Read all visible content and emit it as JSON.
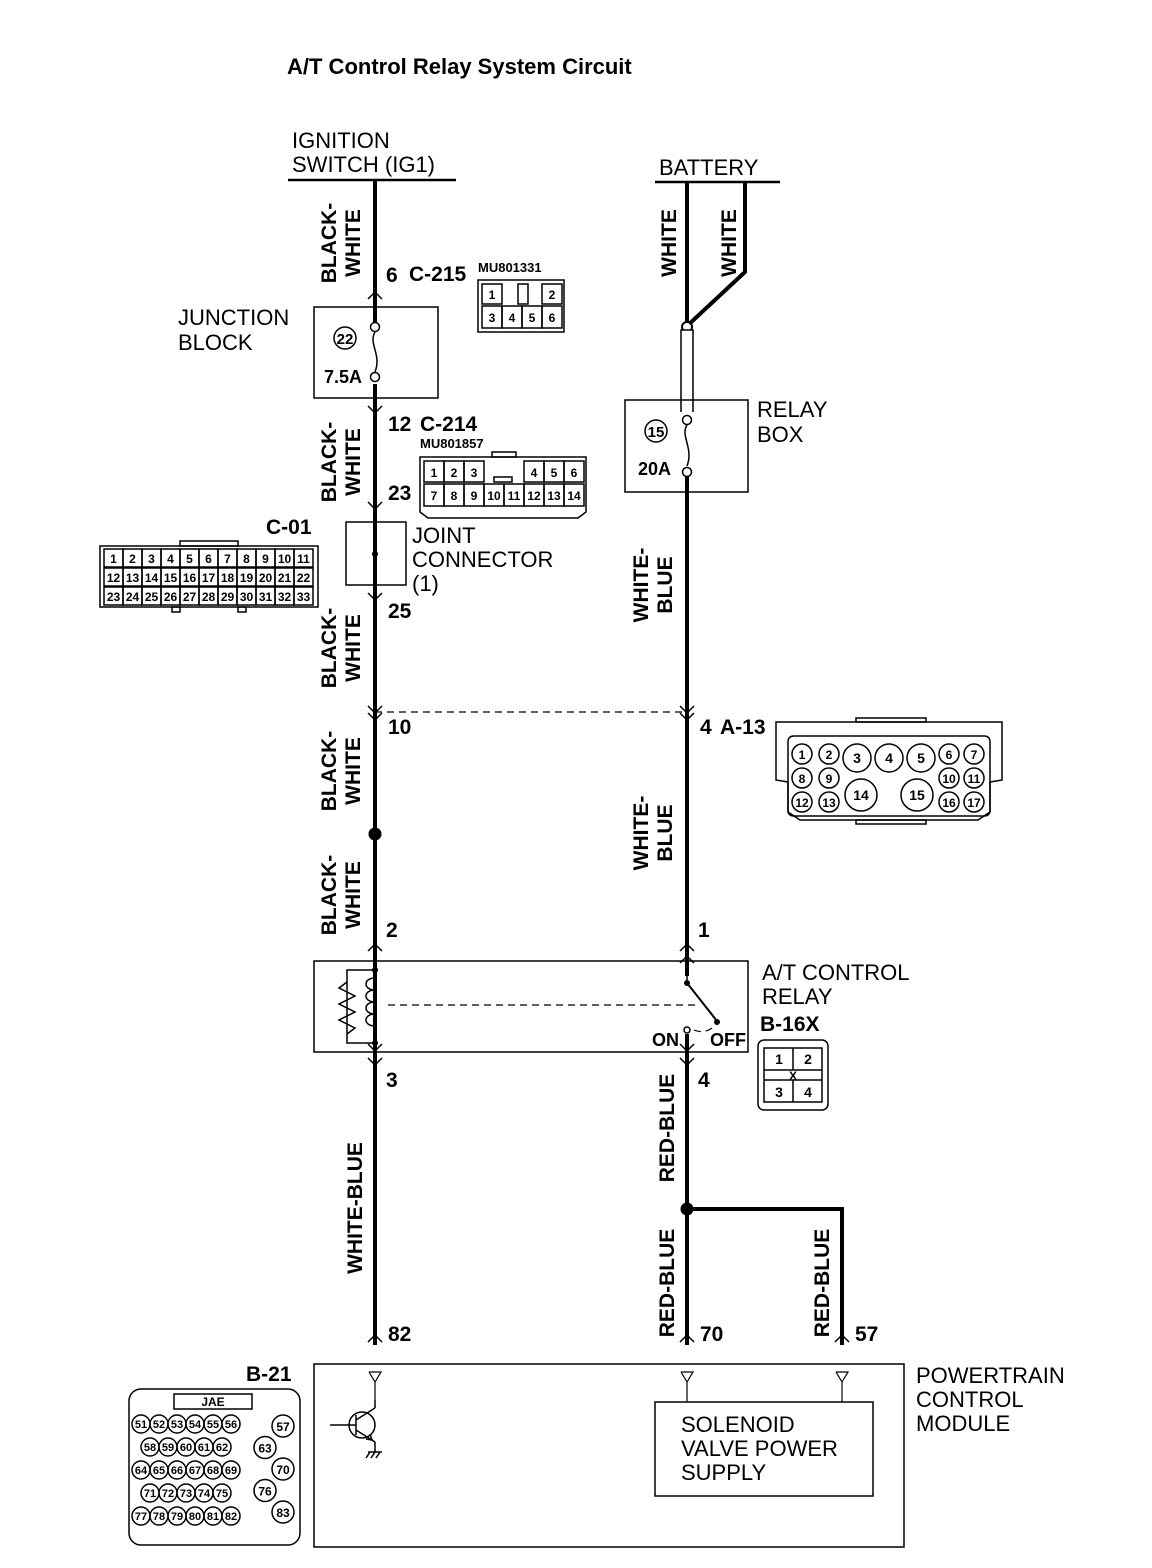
{
  "title": "A/T Control Relay System Circuit",
  "sources": {
    "ignition": [
      "IGNITION",
      "SWITCH (IG1)"
    ],
    "battery": "BATTERY"
  },
  "wire_colors": {
    "bw_1": [
      "BLACK-",
      "WHITE"
    ],
    "bw_2": [
      "BLACK-",
      "WHITE"
    ],
    "bw_3": [
      "BLACK-",
      "WHITE"
    ],
    "bw_4": [
      "BLACK-",
      "WHITE"
    ],
    "bw_5": [
      "BLACK-",
      "WHITE"
    ],
    "white_1": "WHITE",
    "white_2": "WHITE",
    "wb_1": [
      "WHITE-",
      "BLUE"
    ],
    "wb_2": [
      "WHITE-",
      "BLUE"
    ],
    "wb_3": "WHITE-BLUE",
    "rb_1": "RED-BLUE",
    "rb_2": "RED-BLUE",
    "rb_3": "RED-BLUE"
  },
  "components": {
    "junction_block": {
      "label": [
        "JUNCTION",
        "BLOCK"
      ],
      "fuse_no": "22",
      "rating": "7.5A"
    },
    "relay_box": {
      "label": [
        "RELAY",
        "BOX"
      ],
      "fuse_no": "15",
      "rating": "20A"
    },
    "joint_connector": {
      "label": [
        "JOINT",
        "CONNECTOR",
        "(1)"
      ]
    },
    "at_relay": {
      "label": [
        "A/T CONTROL",
        "RELAY"
      ],
      "on": "ON",
      "off": "OFF"
    },
    "pcm": {
      "label": [
        "POWERTRAIN",
        "CONTROL",
        "MODULE"
      ],
      "solenoid": [
        "SOLENOID",
        "VALVE POWER",
        "SUPPLY"
      ]
    }
  },
  "connectors": {
    "c215": {
      "id": "C-215",
      "part": "MU801331",
      "rows": [
        [
          "1",
          "",
          "2"
        ],
        [
          "3",
          "4",
          "5",
          "6"
        ]
      ]
    },
    "c214": {
      "id": "C-214",
      "part": "MU801857",
      "rows": [
        [
          "1",
          "2",
          "3",
          "",
          "4",
          "5",
          "6"
        ],
        [
          "7",
          "8",
          "9",
          "10",
          "11",
          "12",
          "13",
          "14"
        ]
      ]
    },
    "c01": {
      "id": "C-01",
      "rows": [
        [
          "1",
          "2",
          "3",
          "4",
          "5",
          "6",
          "7",
          "8",
          "9",
          "10",
          "11"
        ],
        [
          "12",
          "13",
          "14",
          "15",
          "16",
          "17",
          "18",
          "19",
          "20",
          "21",
          "22"
        ],
        [
          "23",
          "24",
          "25",
          "26",
          "27",
          "28",
          "29",
          "30",
          "31",
          "32",
          "33"
        ]
      ]
    },
    "a13": {
      "id": "A-13",
      "pins": [
        "1",
        "2",
        "3",
        "4",
        "5",
        "6",
        "7",
        "8",
        "9",
        "10",
        "11",
        "12",
        "13",
        "14",
        "15",
        "16",
        "17"
      ]
    },
    "b16x": {
      "id": "B-16X",
      "pins": [
        "1",
        "2",
        "3",
        "4"
      ],
      "mark": "X"
    },
    "b21": {
      "id": "B-21",
      "maker": "JAE",
      "rows": [
        [
          "51",
          "52",
          "53",
          "54",
          "55",
          "56"
        ],
        [
          "58",
          "59",
          "60",
          "61",
          "62"
        ],
        [
          "64",
          "65",
          "66",
          "67",
          "68",
          "69"
        ],
        [
          "71",
          "72",
          "73",
          "74",
          "75"
        ],
        [
          "77",
          "78",
          "79",
          "80",
          "81",
          "82"
        ]
      ],
      "side": [
        "57",
        "63",
        "70",
        "76",
        "83"
      ]
    }
  },
  "pins": {
    "p6": "6",
    "p12": "12",
    "p23": "23",
    "p25": "25",
    "p10": "10",
    "p4a13": "4",
    "p2": "2",
    "p1": "1",
    "p3": "3",
    "p4": "4",
    "p82": "82",
    "p70": "70",
    "p57": "57"
  }
}
